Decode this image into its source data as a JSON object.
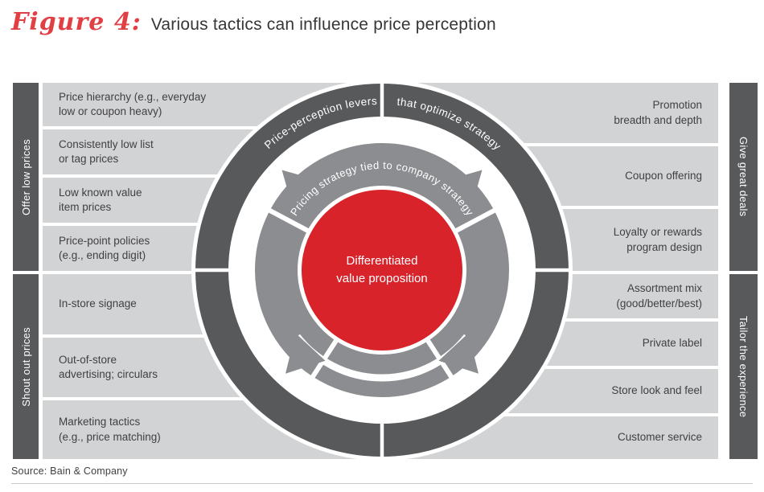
{
  "title": {
    "figure_label": "Figure 4:",
    "text": "Various tactics can influence price perception"
  },
  "source": "Source: Bain & Company",
  "left_sections": [
    {
      "label": "Offer low prices",
      "rows": [
        "Price hierarchy (e.g., everyday\nlow or coupon heavy)",
        "Consistently low list\nor tag prices",
        "Low known value\nitem prices",
        "Price-point policies\n(e.g., ending digit)"
      ]
    },
    {
      "label": "Shout out prices",
      "rows": [
        "In-store signage",
        "Out-of-store\nadvertising; circulars",
        "Marketing tactics\n(e.g., price matching)"
      ]
    }
  ],
  "right_sections": [
    {
      "label": "Give great deals",
      "rows": [
        "Promotion\nbreadth and depth",
        "Coupon offering",
        "Loyalty or rewards\nprogram design"
      ]
    },
    {
      "label": "Tailor the experience",
      "rows": [
        "Assortment mix\n(good/better/best)",
        "Private label",
        "Store look and feel",
        "Customer service"
      ]
    }
  ],
  "rings": {
    "outer_left": "Price-perception levers",
    "outer_right": "that optimize strategy",
    "middle": "Pricing strategy tied to company strategy",
    "center": {
      "line1": "Differentiated",
      "line2": "value proposition"
    }
  },
  "colors": {
    "accent_red": "#d8232a",
    "title_red": "#e23f44",
    "dark_gray": "#58595b",
    "mid_gray": "#8b8d90",
    "light_gray": "#d2d3d4",
    "text_dark": "#414042"
  }
}
